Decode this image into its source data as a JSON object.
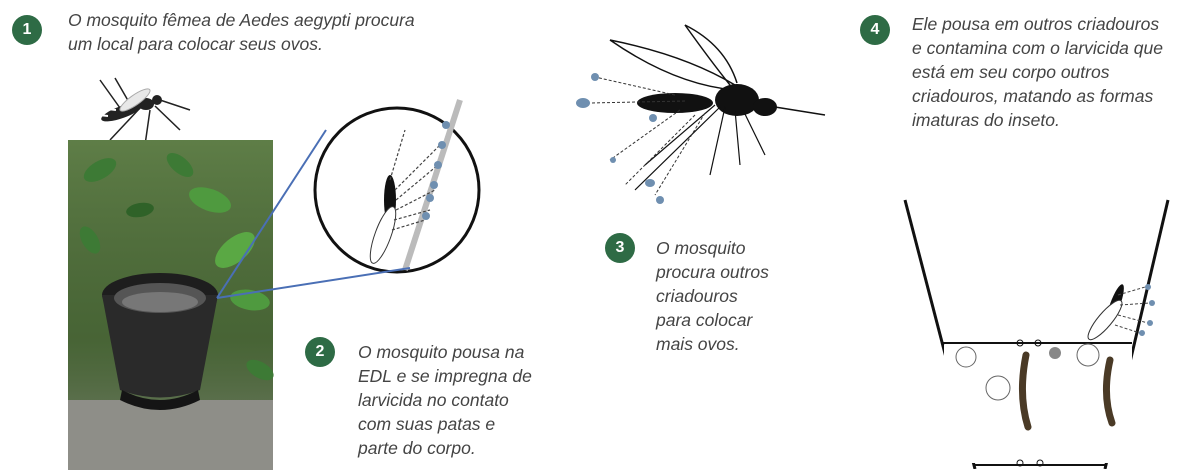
{
  "steps": [
    {
      "number": "1",
      "text": "O mosquito fêmea de Aedes aegypti procura\num local para colocar seus ovos."
    },
    {
      "number": "2",
      "text": "O mosquito pousa na\nEDL e se impregna de\nlarvicida no contato\ncom suas patas e\nparte do corpo."
    },
    {
      "number": "3",
      "text": "O mosquito\nprocura outros\ncriadouros\npara colocar\nmais ovos."
    },
    {
      "number": "4",
      "text": "Ele pousa em outros criadouros\ne contamina com o larvicida que\nestá em seu corpo outros\ncriadouros, matando as formas\nimaturas do inseto."
    }
  ],
  "colors": {
    "badge": "#2e6b45",
    "caption": "#444444",
    "connector": "#4a6fb5",
    "dots": "#6f8fb0",
    "foliage": "#3d7a35",
    "bucket": "#1e1e1e"
  }
}
